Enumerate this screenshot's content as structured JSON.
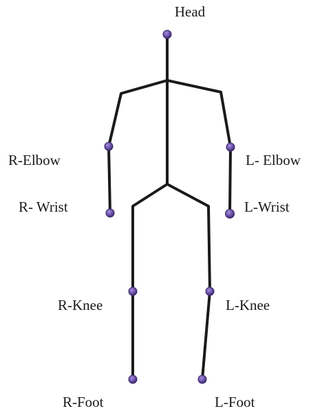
{
  "colors": {
    "bone": "#1a1a1a",
    "joint": "#6a4ea6",
    "label": "#1a1a1a",
    "background": "#ffffff"
  },
  "labels": {
    "head": "Head",
    "r_elbow": "R-Elbow",
    "l_elbow": "L- Elbow",
    "r_wrist": "R- Wrist",
    "l_wrist": "L-Wrist",
    "r_knee": "R-Knee",
    "l_knee": "L-Knee",
    "r_foot": "R-Foot",
    "l_foot": "L-Foot"
  }
}
